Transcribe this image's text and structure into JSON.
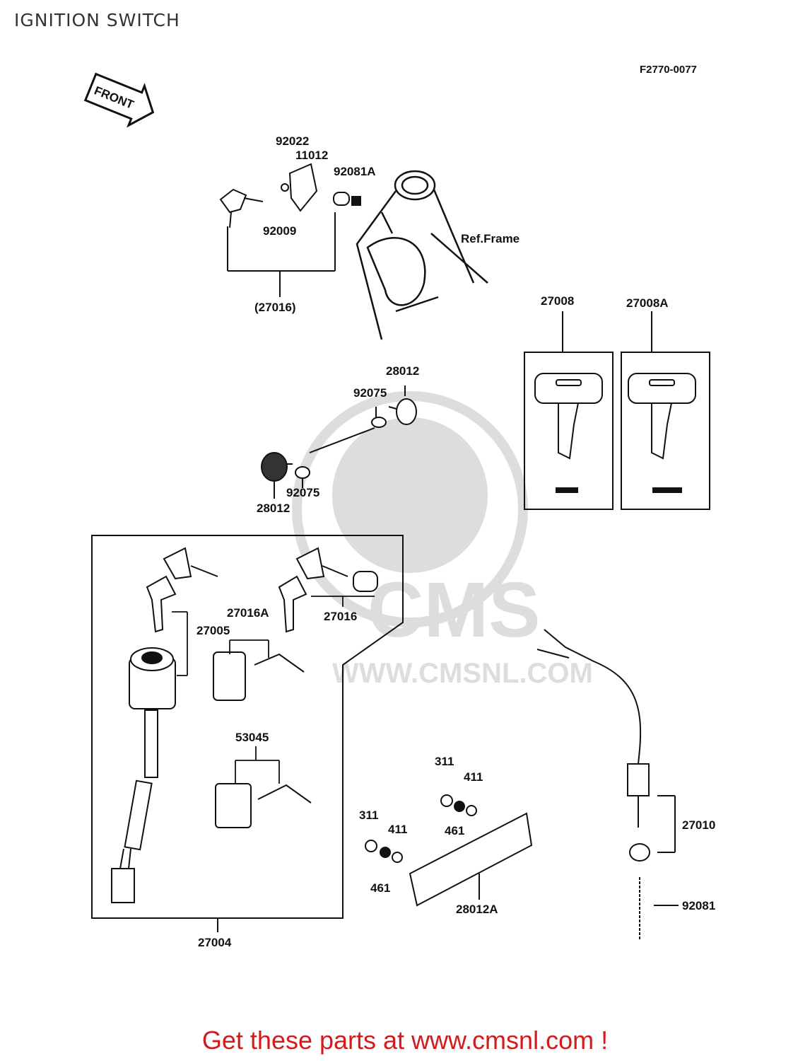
{
  "header": {
    "title": "IGNITION SWITCH",
    "drawing_code": "F2770-0077"
  },
  "arrow": {
    "label": "FRONT"
  },
  "labels": {
    "p92022": "92022",
    "p11012": "11012",
    "p92081A": "92081A",
    "p92009": "92009",
    "ref_frame": "Ref.Frame",
    "p27016_paren": "(27016)",
    "p27008": "27008",
    "p27008A": "27008A",
    "p28012_top": "28012",
    "p92075_top": "92075",
    "p92075_bottom": "92075",
    "p28012_bottom": "28012",
    "p27005": "27005",
    "p27016A": "27016A",
    "p27016": "27016",
    "p53045": "53045",
    "p27004": "27004",
    "p311_a": "311",
    "p411_a": "411",
    "p461_a": "461",
    "p311_b": "311",
    "p411_b": "411",
    "p461_b": "461",
    "p28012A": "28012A",
    "p27010": "27010",
    "p92081": "92081"
  },
  "watermark": {
    "brand": "CMS",
    "url": "WWW.CMSNL.COM"
  },
  "footer": {
    "text": "Get these parts at www.cmsnl.com !",
    "color": "#d41b1b"
  }
}
